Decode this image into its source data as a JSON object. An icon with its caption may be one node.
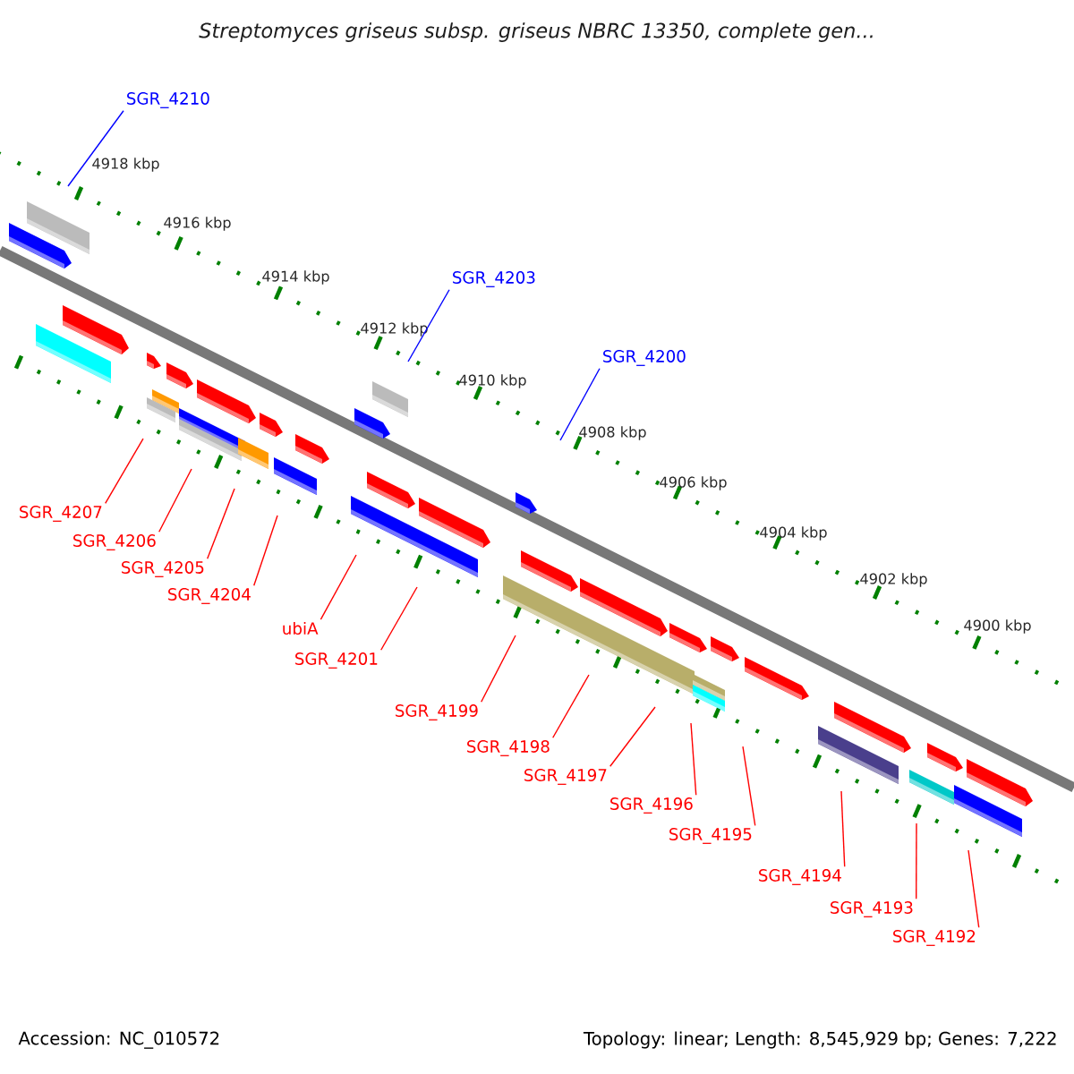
{
  "diagram": {
    "title": "*Streptomyces griseus subsp. griseus* NBRC 13350, complete gen...",
    "nodes": [
      {
        "text": [
          "SGR_4210"
        ]
      },
      {
        "text": [
          "SGR_4203"
        ]
      },
      {
        "text": [
          "SGR_4200"
        ]
      },
      {
        "text": [
          "SGR_4207"
        ]
      },
      {
        "text": [
          "SGR_4206"
        ]
      },
      {
        "text": [
          "SGR_4205"
        ]
      },
      {
        "text": [
          "SGR_4204"
        ]
      },
      {
        "text": [
          "ubiA"
        ]
      },
      {
        "text": [
          "SGR_4201"
        ]
      },
      {
        "text": [
          "SGR_4199"
        ]
      },
      {
        "text": [
          "SGR_4198"
        ]
      },
      {
        "text": [
          "SGR_4197"
        ]
      },
      {
        "text": [
          "SGR_4196"
        ]
      },
      {
        "text": [
          "SGR_4195"
        ]
      },
      {
        "text": [
          "SGR_4194"
        ]
      },
      {
        "text": [
          "SGR_4193"
        ]
      },
      {
        "text": [
          "SGR_4192"
        ]
      }
    ],
    "edges": [
      {
        "from": 0,
        "to": null,
        "arrow": "none",
        "color": "#0000ff"
      },
      {
        "from": 1,
        "to": null,
        "arrow": "none",
        "color": "#0000ff"
      },
      {
        "from": 2,
        "to": null,
        "arrow": "none",
        "color": "#0000ff"
      },
      {
        "from": 3,
        "to": null,
        "arrow": "none"
      },
      {
        "from": 4,
        "to": null,
        "arrow": "none"
      },
      {
        "from": 5,
        "to": null,
        "arrow": "none"
      },
      {
        "from": 6,
        "to": null,
        "arrow": "none"
      },
      {
        "from": 7,
        "to": null,
        "arrow": "none"
      },
      {
        "from": 8,
        "to": null,
        "arrow": "none"
      },
      {
        "from": 9,
        "to": null,
        "arrow": "none"
      },
      {
        "from": 10,
        "to": null,
        "arrow": "none"
      },
      {
        "from": 11,
        "to": null,
        "arrow": "none"
      },
      {
        "from": 12,
        "to": null,
        "arrow": "none"
      },
      {
        "from": 13,
        "to": null,
        "arrow": "none"
      },
      {
        "from": 14,
        "to": null,
        "arrow": "none"
      },
      {
        "from": 15,
        "to": null,
        "arrow": "none"
      },
      {
        "from": 16,
        "to": null,
        "arrow": "none"
      }
    ],
    "labels": [
      "4918 kbp",
      "4916 kbp",
      "4914 kbp",
      "4912 kbp",
      "4910 kbp",
      "4908 kbp",
      "4906 kbp",
      "4904 kbp",
      "4902 kbp",
      "4900 kbp",
      "Accession: NC_010572",
      "Topology: linear; Length: 8,545,929 bp; Genes: 7,222"
    ]
  }
}
